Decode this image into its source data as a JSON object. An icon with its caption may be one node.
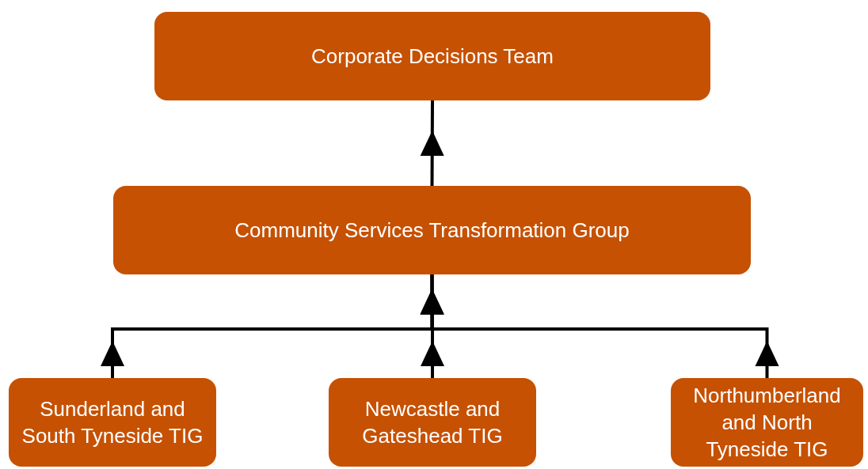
{
  "diagram": {
    "nodes": [
      {
        "text": [
          "Corporate Decisions Team"
        ]
      },
      {
        "text": [
          "Community Services Transformation Group"
        ]
      },
      {
        "text": [
          "Sunderland and South Tyneside TIG"
        ]
      },
      {
        "text": [
          "Newcastle and Gateshead TIG"
        ]
      },
      {
        "text": [
          "Northumberland and North Tyneside TIG"
        ]
      }
    ],
    "edges": [
      {
        "from": 1,
        "to": 0,
        "arrow": "to"
      },
      {
        "from": 2,
        "to": 1,
        "arrow": "to"
      },
      {
        "from": 3,
        "to": 1,
        "arrow": "to"
      },
      {
        "from": 4,
        "to": 1,
        "arrow": "to"
      }
    ]
  }
}
